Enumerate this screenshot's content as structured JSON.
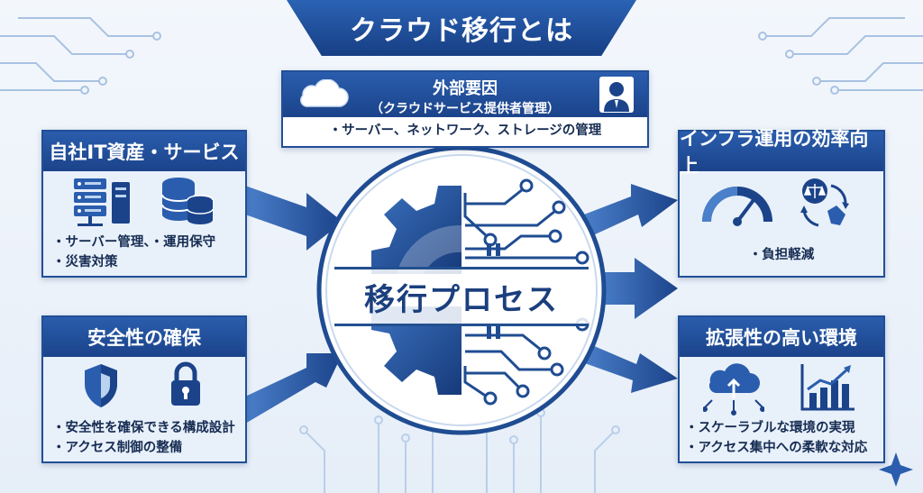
{
  "title": "クラウド移行とは",
  "external": {
    "title": "外部要因",
    "subtitle": "（クラウドサービス提供者管理）",
    "bullet": "・サーバー、ネットワーク、ストレージの管理"
  },
  "center": {
    "label": "移行プロセス"
  },
  "left_top": {
    "title": "自社IT資産・サービス",
    "bullets": [
      "・サーバー管理、・運用保守",
      "・災害対策"
    ]
  },
  "left_bottom": {
    "title": "安全性の確保",
    "bullets": [
      "・安全性を確保できる構成設計",
      "・アクセス制御の整備"
    ]
  },
  "right_top": {
    "title": "インフラ運用の効率向上",
    "bullets": [
      "・負担軽減"
    ]
  },
  "right_bottom": {
    "title": "拡張性の高い環境",
    "bullets": [
      "・スケーラブルな環境の実現",
      "・アクセス集中への柔軟な対応"
    ]
  },
  "colors": {
    "primary": "#1b438a",
    "accent": "#2a5dad",
    "background": "#eef3fa"
  }
}
